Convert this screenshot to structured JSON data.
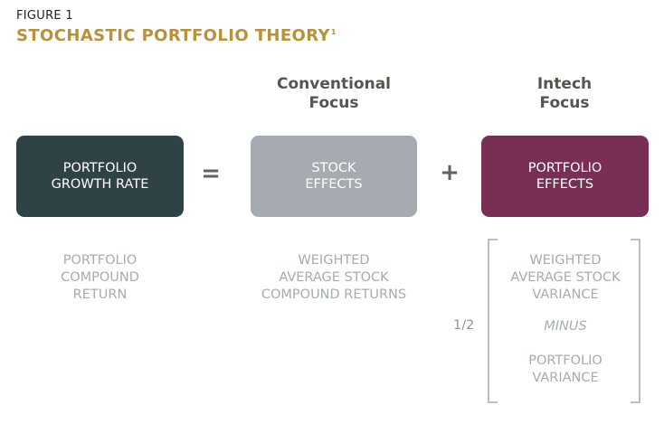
{
  "figure": {
    "label": "FIGURE 1",
    "title": "STOCHASTIC PORTFOLIO THEORY",
    "footnote": "1"
  },
  "headings": {
    "conventional": "Conventional\nFocus",
    "intech": "Intech\nFocus"
  },
  "boxes": {
    "growth": "PORTFOLIO\nGROWTH RATE",
    "stock": "STOCK\nEFFECTS",
    "portfolio": "PORTFOLIO\nEFFECTS"
  },
  "operators": {
    "equals": "=",
    "plus": "+"
  },
  "descriptions": {
    "growth": "PORTFOLIO\nCOMPOUND\nRETURN",
    "stock": "WEIGHTED\nAVERAGE STOCK\nCOMPOUND RETURNS",
    "portfolio_variance_stock": "WEIGHTED\nAVERAGE STOCK\nVARIANCE",
    "minus": "MINUS",
    "portfolio_variance": "PORTFOLIO\nVARIANCE",
    "half": "1/2"
  },
  "colors": {
    "title": "#b8913b",
    "growth_box": "#2f4245",
    "stock_box": "#a5abb1",
    "portfolio_box": "#782e55"
  }
}
